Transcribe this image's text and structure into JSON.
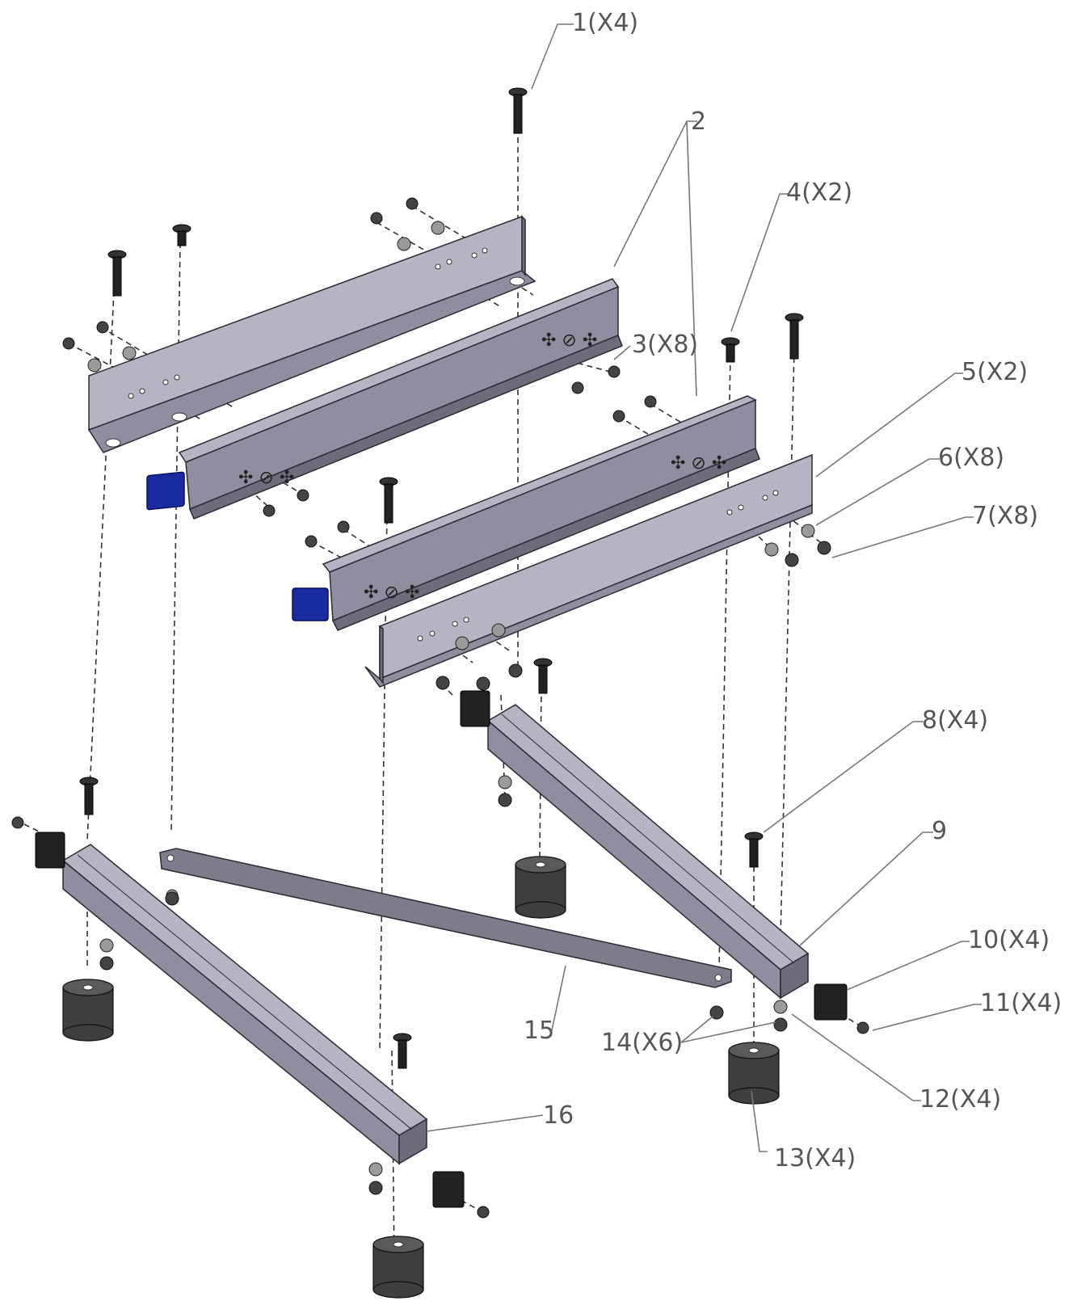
{
  "callouts": {
    "c1": "1(X4)",
    "c2": "2",
    "c3": "3(X8)",
    "c4": "4(X2)",
    "c5": "5(X2)",
    "c6": "6(X8)",
    "c7": "7(X8)",
    "c8": "8(X4)",
    "c9": "9",
    "c10": "10(X4)",
    "c11": "11(X4)",
    "c12": "12(X4)",
    "c13": "13(X4)",
    "c14": "14(X6)",
    "c15": "15",
    "c16": "16"
  },
  "colors": {
    "rail": "#8e8ea0",
    "handle": "#1a2aa0",
    "hardware": "#222222",
    "callout_text": "#555555"
  }
}
